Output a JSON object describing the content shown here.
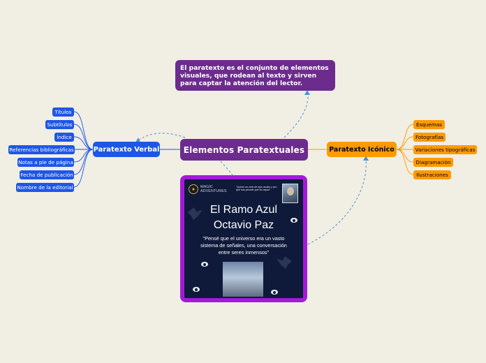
{
  "map": {
    "central": "Elementos Paratextuales",
    "note": "El paratexto es el conjunto de elementos visuales, que rodean al texto y sirven para captar la atención del lector.",
    "verbal": {
      "title": "Paratexto Verbal",
      "items": [
        "Títulos",
        "Subtítulos",
        "Índice",
        "Referencias bibliográficas",
        "Notas a pie de página",
        "Fecha de publicación",
        "Nombre de la editorial"
      ]
    },
    "iconico": {
      "title": "Paratexto Icónico",
      "items": [
        "Esquemas",
        "Fotografías",
        "Variaciones tipográficas",
        "Diagramación",
        "Ilustraciones"
      ]
    }
  },
  "poster": {
    "brand": "MAGIC ADVENTURES",
    "small_quote": "\"Quiero un ciclo de ojos azules y por qué has pecado que los tapan\"",
    "title_line1": "El Ramo Azul",
    "title_line2": "Octavio Paz",
    "quote": "\"Pensé que el universo era un vasto sistema de señales, una conversación entre seres inmensos\""
  },
  "colors": {
    "background": "#f1eee3",
    "purple": "#6b2c8e",
    "blue": "#1e56e6",
    "orange": "#ff9a00",
    "card_border": "#a31ad8",
    "poster_bg": "#0f1a3a"
  }
}
